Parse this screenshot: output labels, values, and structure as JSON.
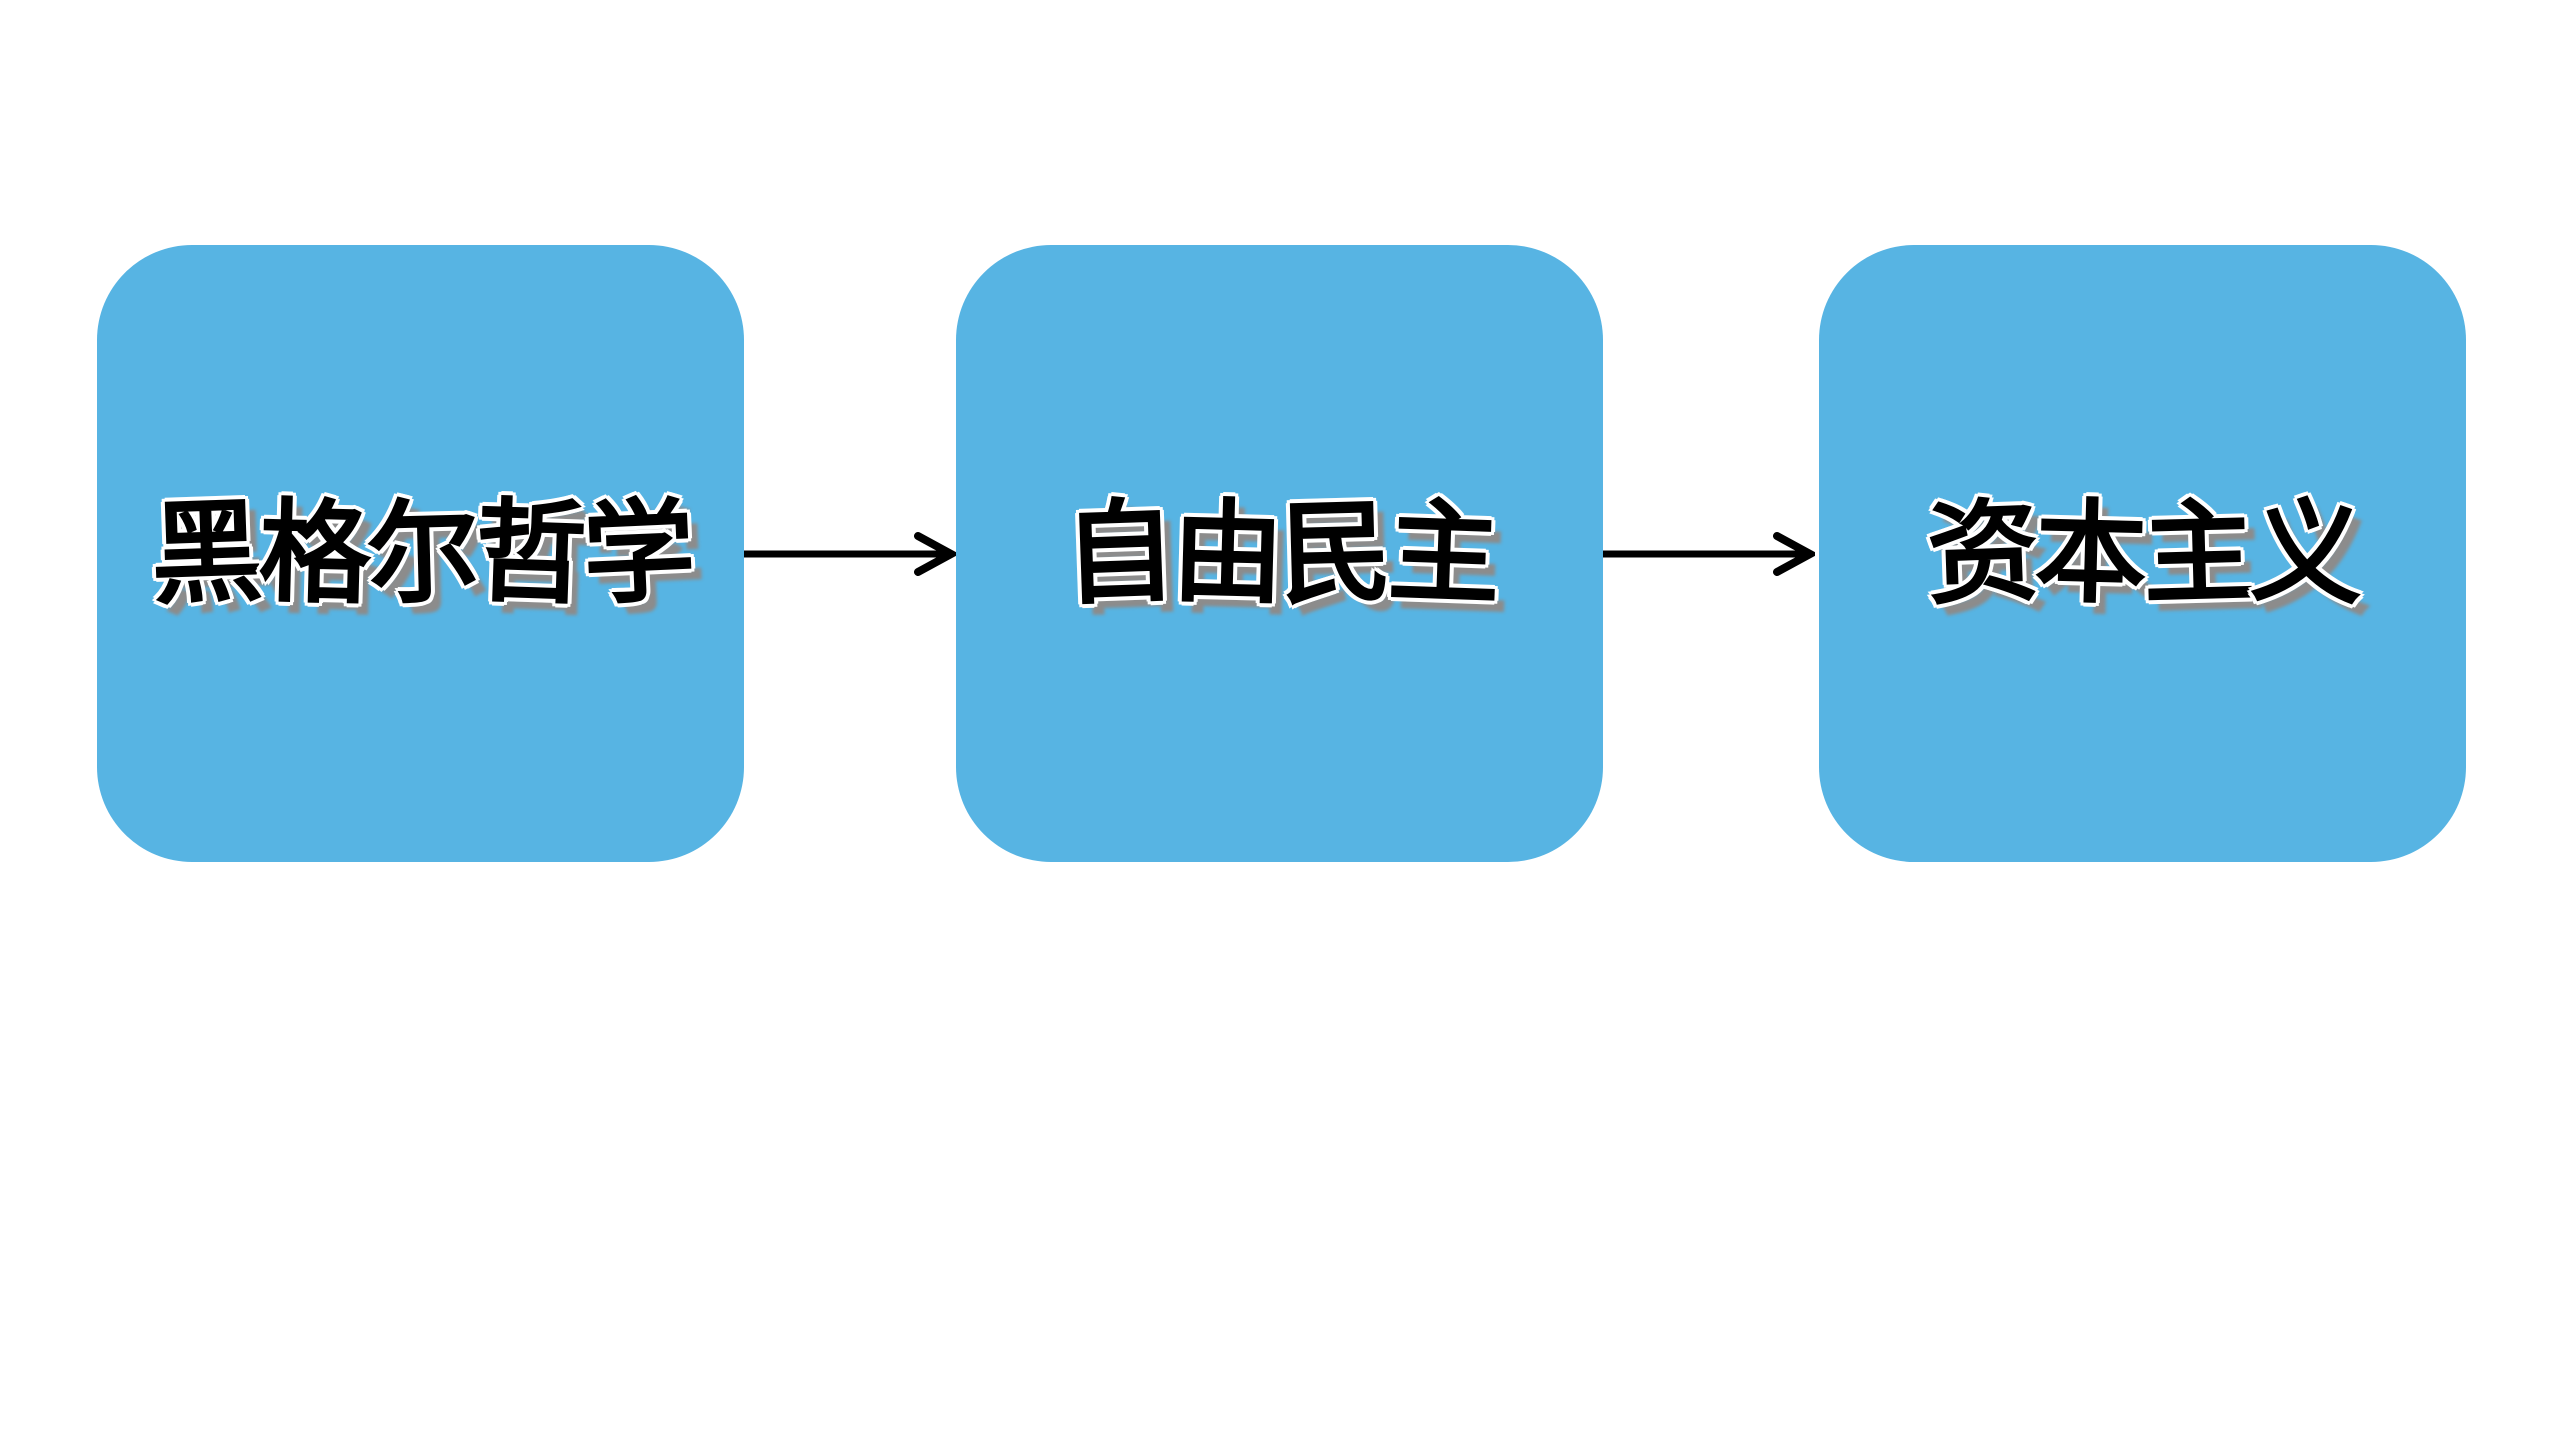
{
  "page": {
    "background": "#ffffff"
  },
  "diagram": {
    "node_fill": "#57B4E3",
    "text_color": "#000000",
    "text_outline_color": "#ffffff",
    "text_shadow_color": "#8c8c8c",
    "arrow_color": "#000000",
    "nodes": [
      {
        "id": "hegel-philosophy",
        "label": "黑格尔哲学"
      },
      {
        "id": "liberal-democracy",
        "label": "自由民主"
      },
      {
        "id": "capitalism",
        "label": "资本主义"
      }
    ],
    "connectors": [
      {
        "from": "hegel-philosophy",
        "to": "liberal-democracy"
      },
      {
        "from": "liberal-democracy",
        "to": "capitalism"
      }
    ]
  }
}
